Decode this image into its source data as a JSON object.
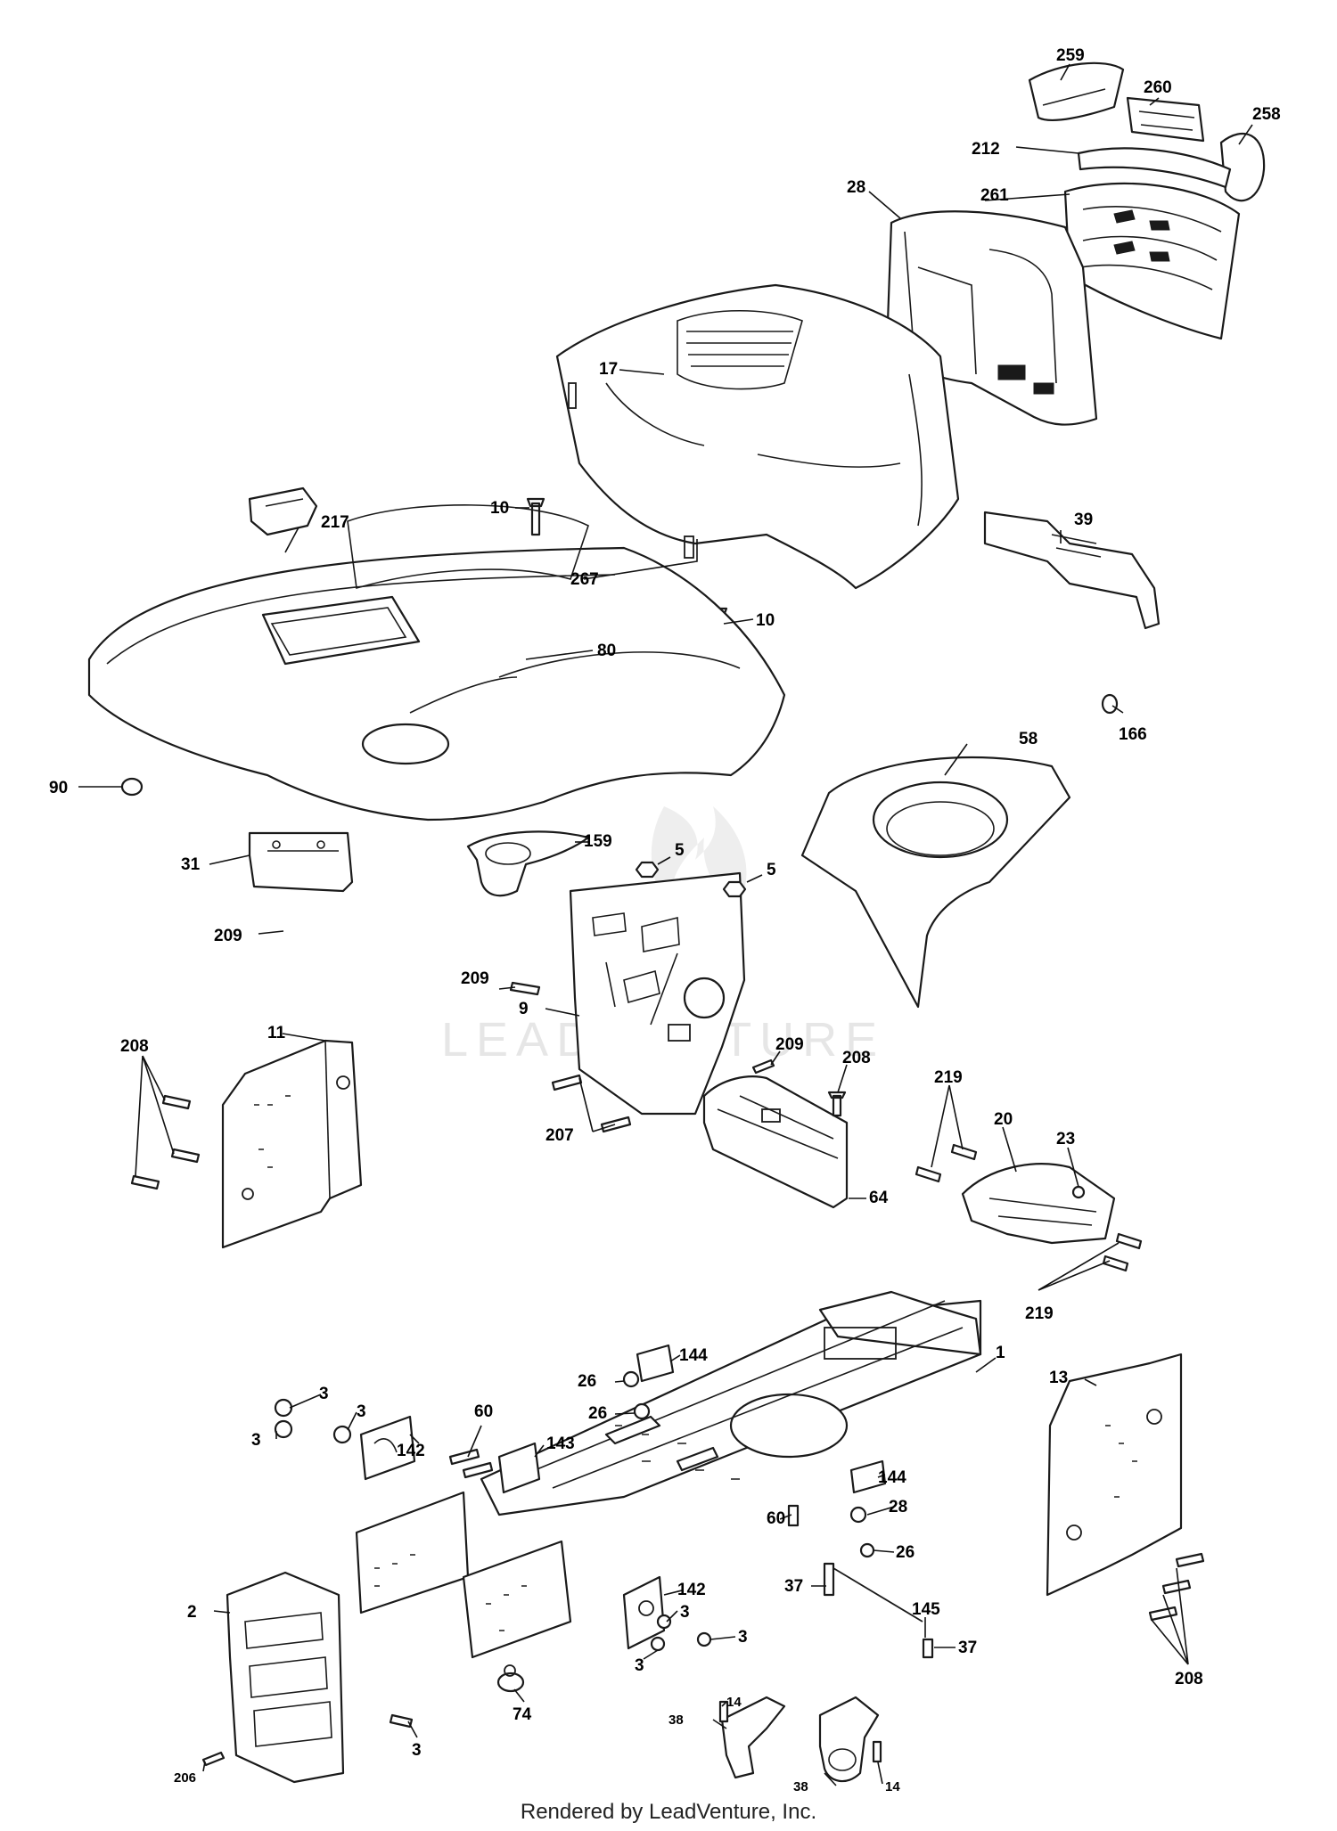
{
  "watermark": "LEADVENTURE",
  "footer": "Rendered by LeadVenture, Inc.",
  "callouts": {
    "c259": "259",
    "c260": "260",
    "c258": "258",
    "c212": "212",
    "c28": "28",
    "c261": "261",
    "c17": "17",
    "c10a": "10",
    "c217": "217",
    "c267": "267",
    "c10b": "10",
    "c80": "80",
    "c39": "39",
    "c166": "166",
    "c90": "90",
    "c58": "58",
    "c31": "31",
    "c159": "159",
    "c5a": "5",
    "c5b": "5",
    "c209a": "209",
    "c209b": "209",
    "c9": "9",
    "c11": "11",
    "c208a": "208",
    "c209c": "209",
    "c208b": "208",
    "c207": "207",
    "c219a": "219",
    "c20": "20",
    "c23": "23",
    "c64": "64",
    "c219b": "219",
    "c144a": "144",
    "c1": "1",
    "c26a": "26",
    "c26b": "26",
    "c13": "13",
    "c3a": "3",
    "c3b": "3",
    "c3c": "3",
    "c60a": "60",
    "c142a": "142",
    "c143": "143",
    "c60b": "60",
    "c144b": "144",
    "c28b": "28",
    "c26c": "26",
    "c142b": "142",
    "c3d": "3",
    "c3e": "3",
    "c3f": "3",
    "c37a": "37",
    "c145": "145",
    "c37b": "37",
    "c208c": "208",
    "c2": "2",
    "c74": "74",
    "c14a": "14",
    "c38a": "38",
    "c38b": "38",
    "c14b": "14",
    "c206": "206",
    "c3g": "3"
  }
}
